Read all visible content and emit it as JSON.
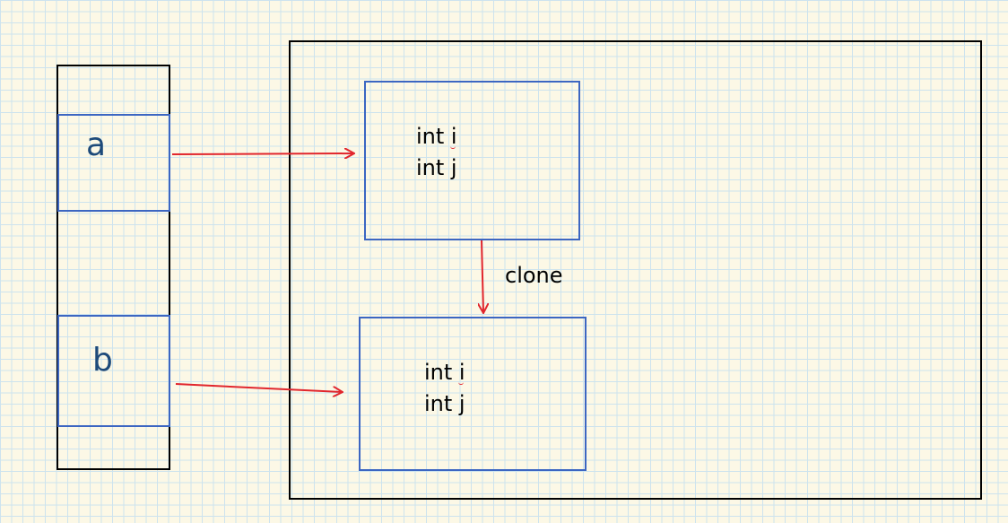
{
  "stack": {
    "var_a": "a",
    "var_b": "b"
  },
  "heap": {
    "original_fields": "int i\nint j",
    "clone_fields": "int i\nint j"
  },
  "clone_label": "clone",
  "colors": {
    "arrow": "#e1262d",
    "box_blue": "#3c66c2",
    "box_black": "#000000",
    "label_blue": "#1d4a7a",
    "paper": "#fcf8e6",
    "grid": "#cde3ee"
  }
}
